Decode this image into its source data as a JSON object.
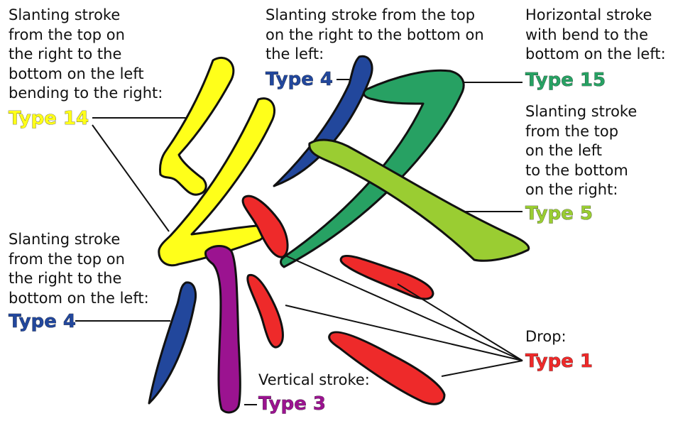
{
  "colors": {
    "yellow": "#ffff1a",
    "blue": "#22479c",
    "green": "#27a163",
    "lime": "#9acd32",
    "red": "#ee2a2a",
    "purple": "#9b1390",
    "outline": "#111111"
  },
  "labels": {
    "type14_desc": "Slanting stroke\nfrom the top on\nthe right to the\nbottom on the left\nbending to the right:",
    "type14": "Type 14",
    "type4_top_desc": "Slanting stroke from the top\non the right to the bottom on\nthe left:",
    "type4_top": "Type 4",
    "type15_desc": "Horizontal stroke\nwith bend to the\nbottom on the left:",
    "type15": "Type 15",
    "type5_desc": "Slanting stroke\nfrom the top\non the left\nto the bottom\non the right:",
    "type5": "Type 5",
    "type4_left_desc": "Slanting stroke\nfrom the top on\nthe right to the\nbottom on the left:",
    "type4_left": "Type 4",
    "drop_desc": "Drop:",
    "type1": "Type 1",
    "vertical_desc": "Vertical stroke:",
    "type3": "Type 3"
  }
}
